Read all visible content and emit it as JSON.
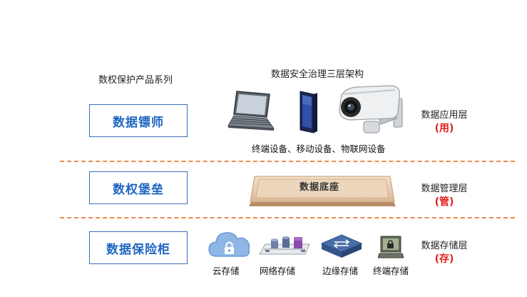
{
  "headings": {
    "product_series": "数权保护产品系列",
    "architecture": "数据安全治理三层架构"
  },
  "products": [
    {
      "label": "数据镖师"
    },
    {
      "label": "数权堡垒"
    },
    {
      "label": "数据保险柜"
    }
  ],
  "layers": [
    {
      "name": "数据应用层",
      "abbr": "(用)"
    },
    {
      "name": "数据管理层",
      "abbr": "(管)"
    },
    {
      "name": "数据存储层",
      "abbr": "(存)"
    }
  ],
  "application": {
    "caption": "终端设备、移动设备、物联网设备",
    "devices": [
      "laptop-icon",
      "tablet-icon",
      "camera-icon"
    ]
  },
  "management": {
    "base_label": "数据底座"
  },
  "storage": {
    "items": [
      {
        "label": "云存储",
        "icon": "cloud-lock-icon"
      },
      {
        "label": "网络存储",
        "icon": "network-storage-icon"
      },
      {
        "label": "边缘存储",
        "icon": "edge-switch-icon"
      },
      {
        "label": "终端存储",
        "icon": "terminal-storage-icon"
      }
    ]
  },
  "colors": {
    "product_text": "#1e66c2",
    "product_border": "#3a6fb8",
    "divider": "#ec8a4c",
    "layer_abbr": "#e0201b"
  }
}
